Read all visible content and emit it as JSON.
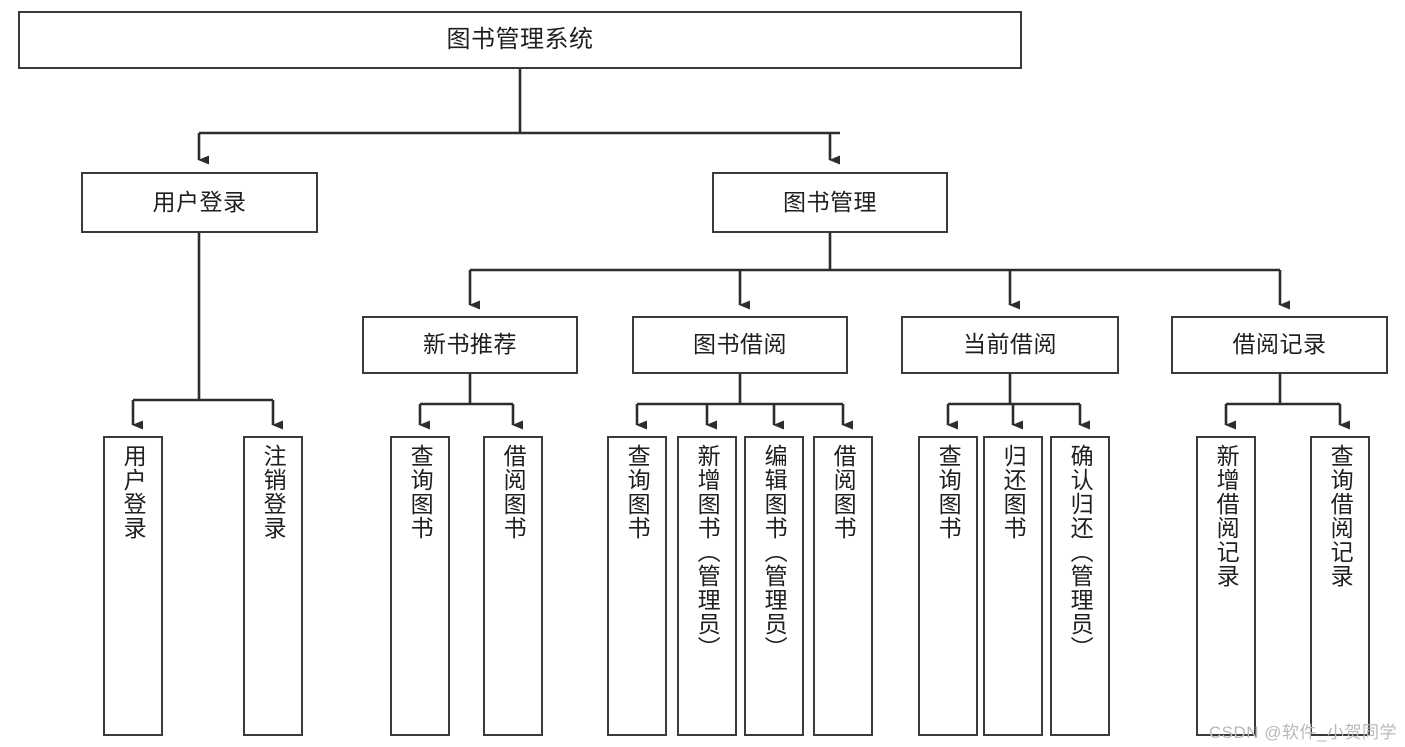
{
  "diagram": {
    "title": "图书管理系统",
    "type": "tree-hierarchy",
    "watermark": "CSDN @软件_小贺同学",
    "colors": {
      "box_border": "#3a3a3a",
      "box_fill": "#ffffff",
      "edge": "#2d2d2d",
      "text": "#1f1f1f",
      "watermark": "#b9b9b9",
      "background": "#ffffff"
    },
    "root": {
      "label": "图书管理系统"
    },
    "level1": [
      {
        "label": "用户登录"
      },
      {
        "label": "图书管理"
      }
    ],
    "level2": [
      {
        "label": "新书推荐"
      },
      {
        "label": "图书借阅"
      },
      {
        "label": "当前借阅"
      },
      {
        "label": "借阅记录"
      }
    ],
    "leaves": {
      "user_login": [
        {
          "label": "用户登录"
        },
        {
          "label": "注销登录"
        }
      ],
      "new_book_recommend": [
        {
          "label": "查询图书"
        },
        {
          "label": "借阅图书"
        }
      ],
      "book_borrow": [
        {
          "label": "查询图书"
        },
        {
          "label": "新增图书（管理员）"
        },
        {
          "label": "编辑图书（管理员）"
        },
        {
          "label": "借阅图书"
        }
      ],
      "current_borrow": [
        {
          "label": "查询图书"
        },
        {
          "label": "归还图书"
        },
        {
          "label": "确认归还（管理员）"
        }
      ],
      "borrow_record": [
        {
          "label": "新增借阅记录"
        },
        {
          "label": "查询借阅记录"
        }
      ]
    }
  }
}
